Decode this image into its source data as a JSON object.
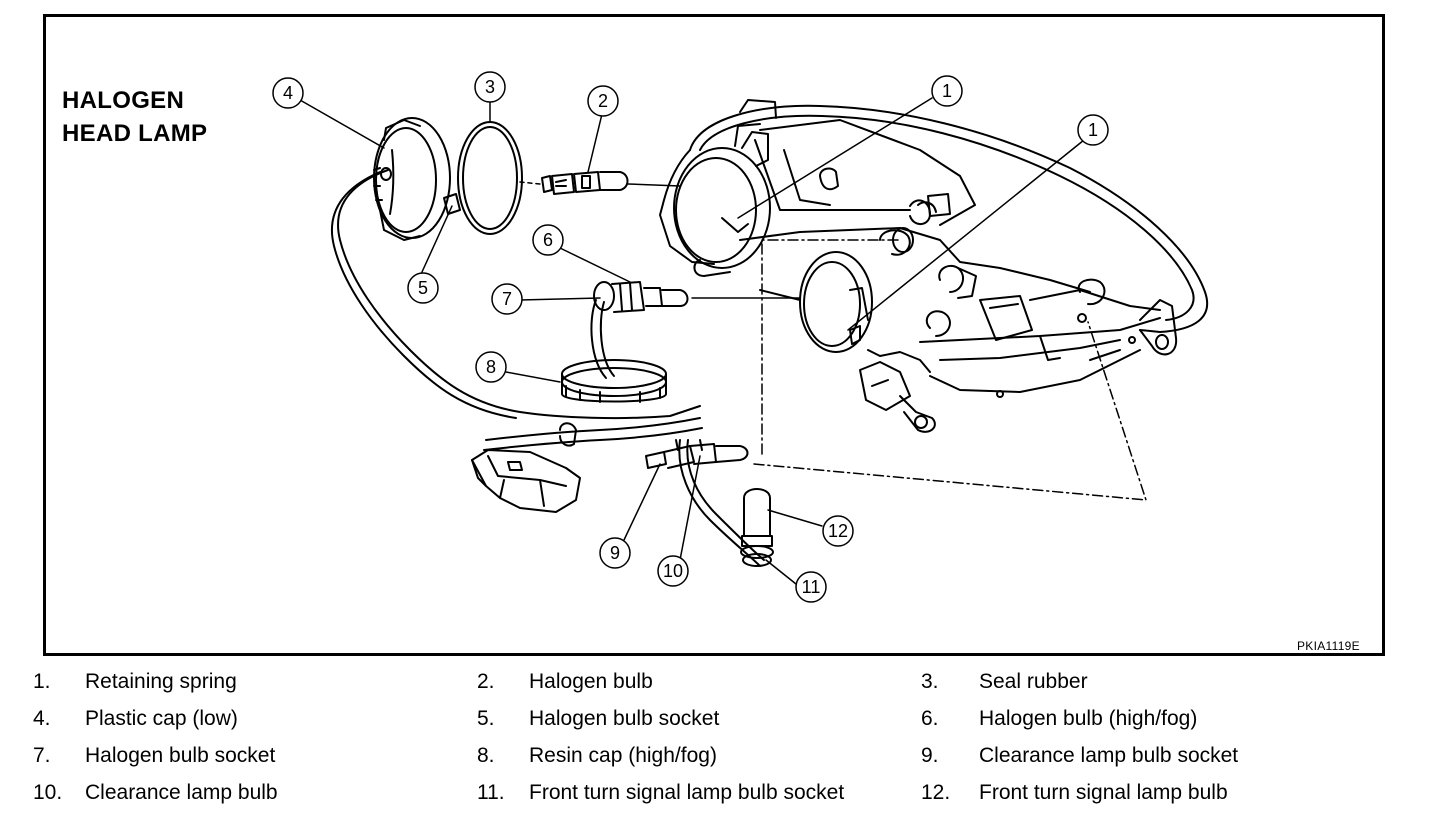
{
  "figure": {
    "title_line1": "HALOGEN",
    "title_line2": "HEAD LAMP",
    "code": "PKIA1119E"
  },
  "callouts": [
    "1",
    "1",
    "2",
    "3",
    "4",
    "5",
    "6",
    "7",
    "8",
    "9",
    "10",
    "11",
    "12"
  ],
  "legend": [
    {
      "num": "1.",
      "label": "Retaining spring"
    },
    {
      "num": "2.",
      "label": "Halogen bulb"
    },
    {
      "num": "3.",
      "label": "Seal rubber"
    },
    {
      "num": "4.",
      "label": "Plastic cap (low)"
    },
    {
      "num": "5.",
      "label": "Halogen bulb socket"
    },
    {
      "num": "6.",
      "label": "Halogen bulb (high/fog)"
    },
    {
      "num": "7.",
      "label": "Halogen bulb socket"
    },
    {
      "num": "8.",
      "label": "Resin cap (high/fog)"
    },
    {
      "num": "9.",
      "label": "Clearance lamp bulb socket"
    },
    {
      "num": "10.",
      "label": "Clearance lamp bulb"
    },
    {
      "num": "11.",
      "label": "Front turn signal lamp bulb socket"
    },
    {
      "num": "12.",
      "label": "Front turn signal lamp bulb"
    }
  ]
}
